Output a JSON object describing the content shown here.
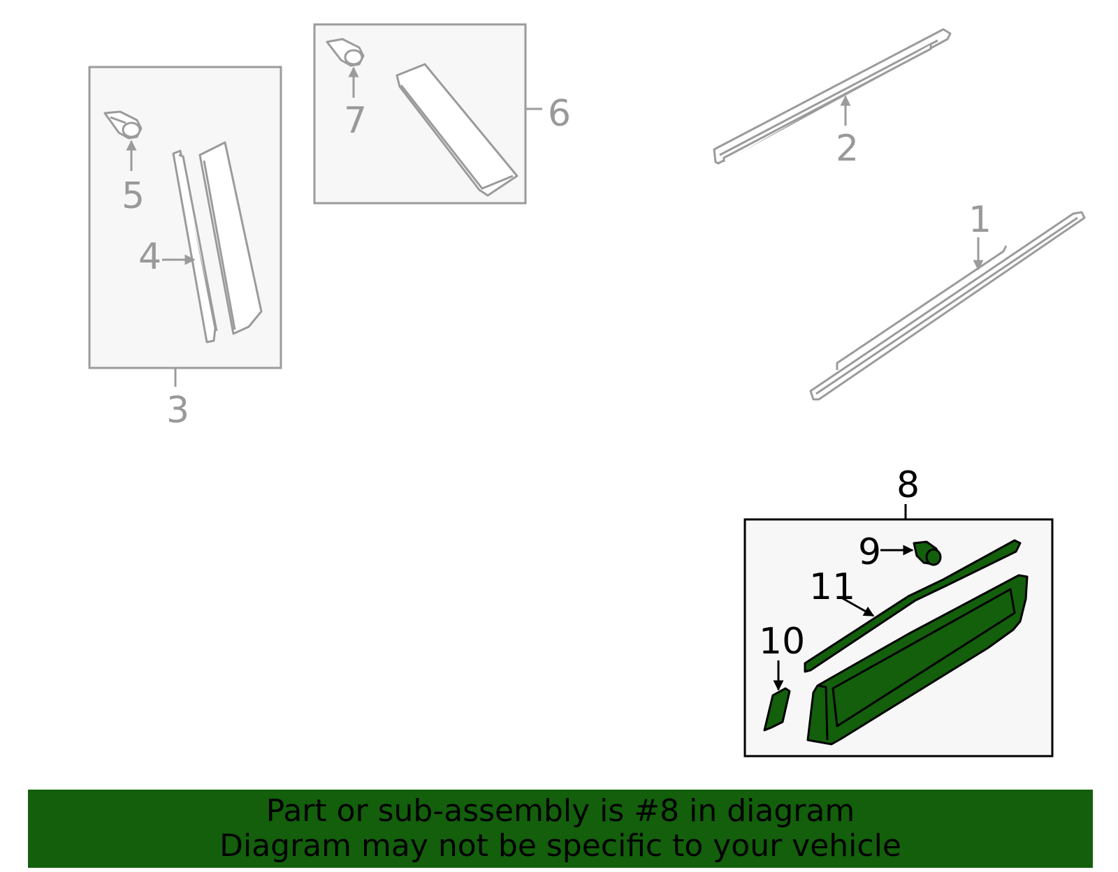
{
  "diagram": {
    "callouts": {
      "c1": "1",
      "c2": "2",
      "c3": "3",
      "c4": "4",
      "c5": "5",
      "c6": "6",
      "c7": "7",
      "c8": "8",
      "c9": "9",
      "c10": "10",
      "c11": "11"
    },
    "highlighted_part": "8",
    "colors": {
      "highlight": "#135f0c",
      "inactive": "#9b9b9b",
      "frame_fill": "#f7f7f7"
    }
  },
  "banner": {
    "line1": "Part or sub-assembly is #8 in diagram",
    "line2": "Diagram may not be specific to your vehicle"
  }
}
